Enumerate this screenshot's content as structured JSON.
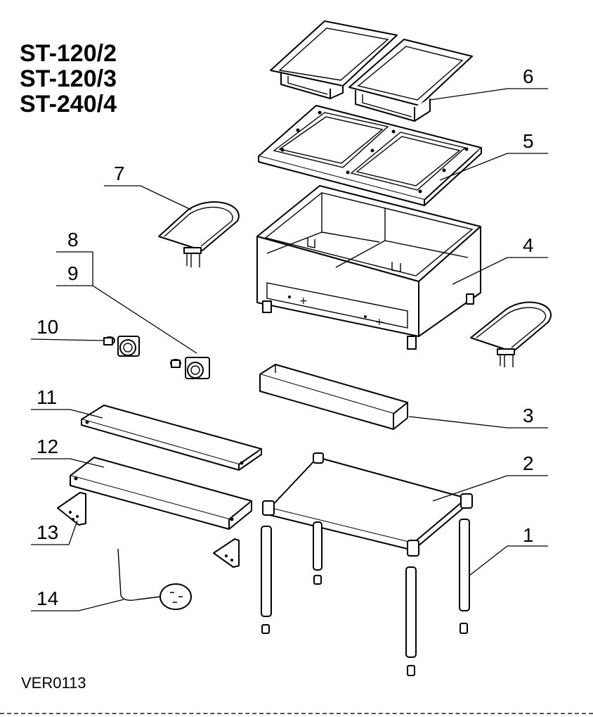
{
  "models": [
    "ST-120/2",
    "ST-120/3",
    "ST-240/4"
  ],
  "version": "VER0113",
  "callouts": [
    "1",
    "2",
    "3",
    "4",
    "5",
    "6",
    "7",
    "8",
    "9",
    "10",
    "11",
    "12",
    "13",
    "14"
  ]
}
